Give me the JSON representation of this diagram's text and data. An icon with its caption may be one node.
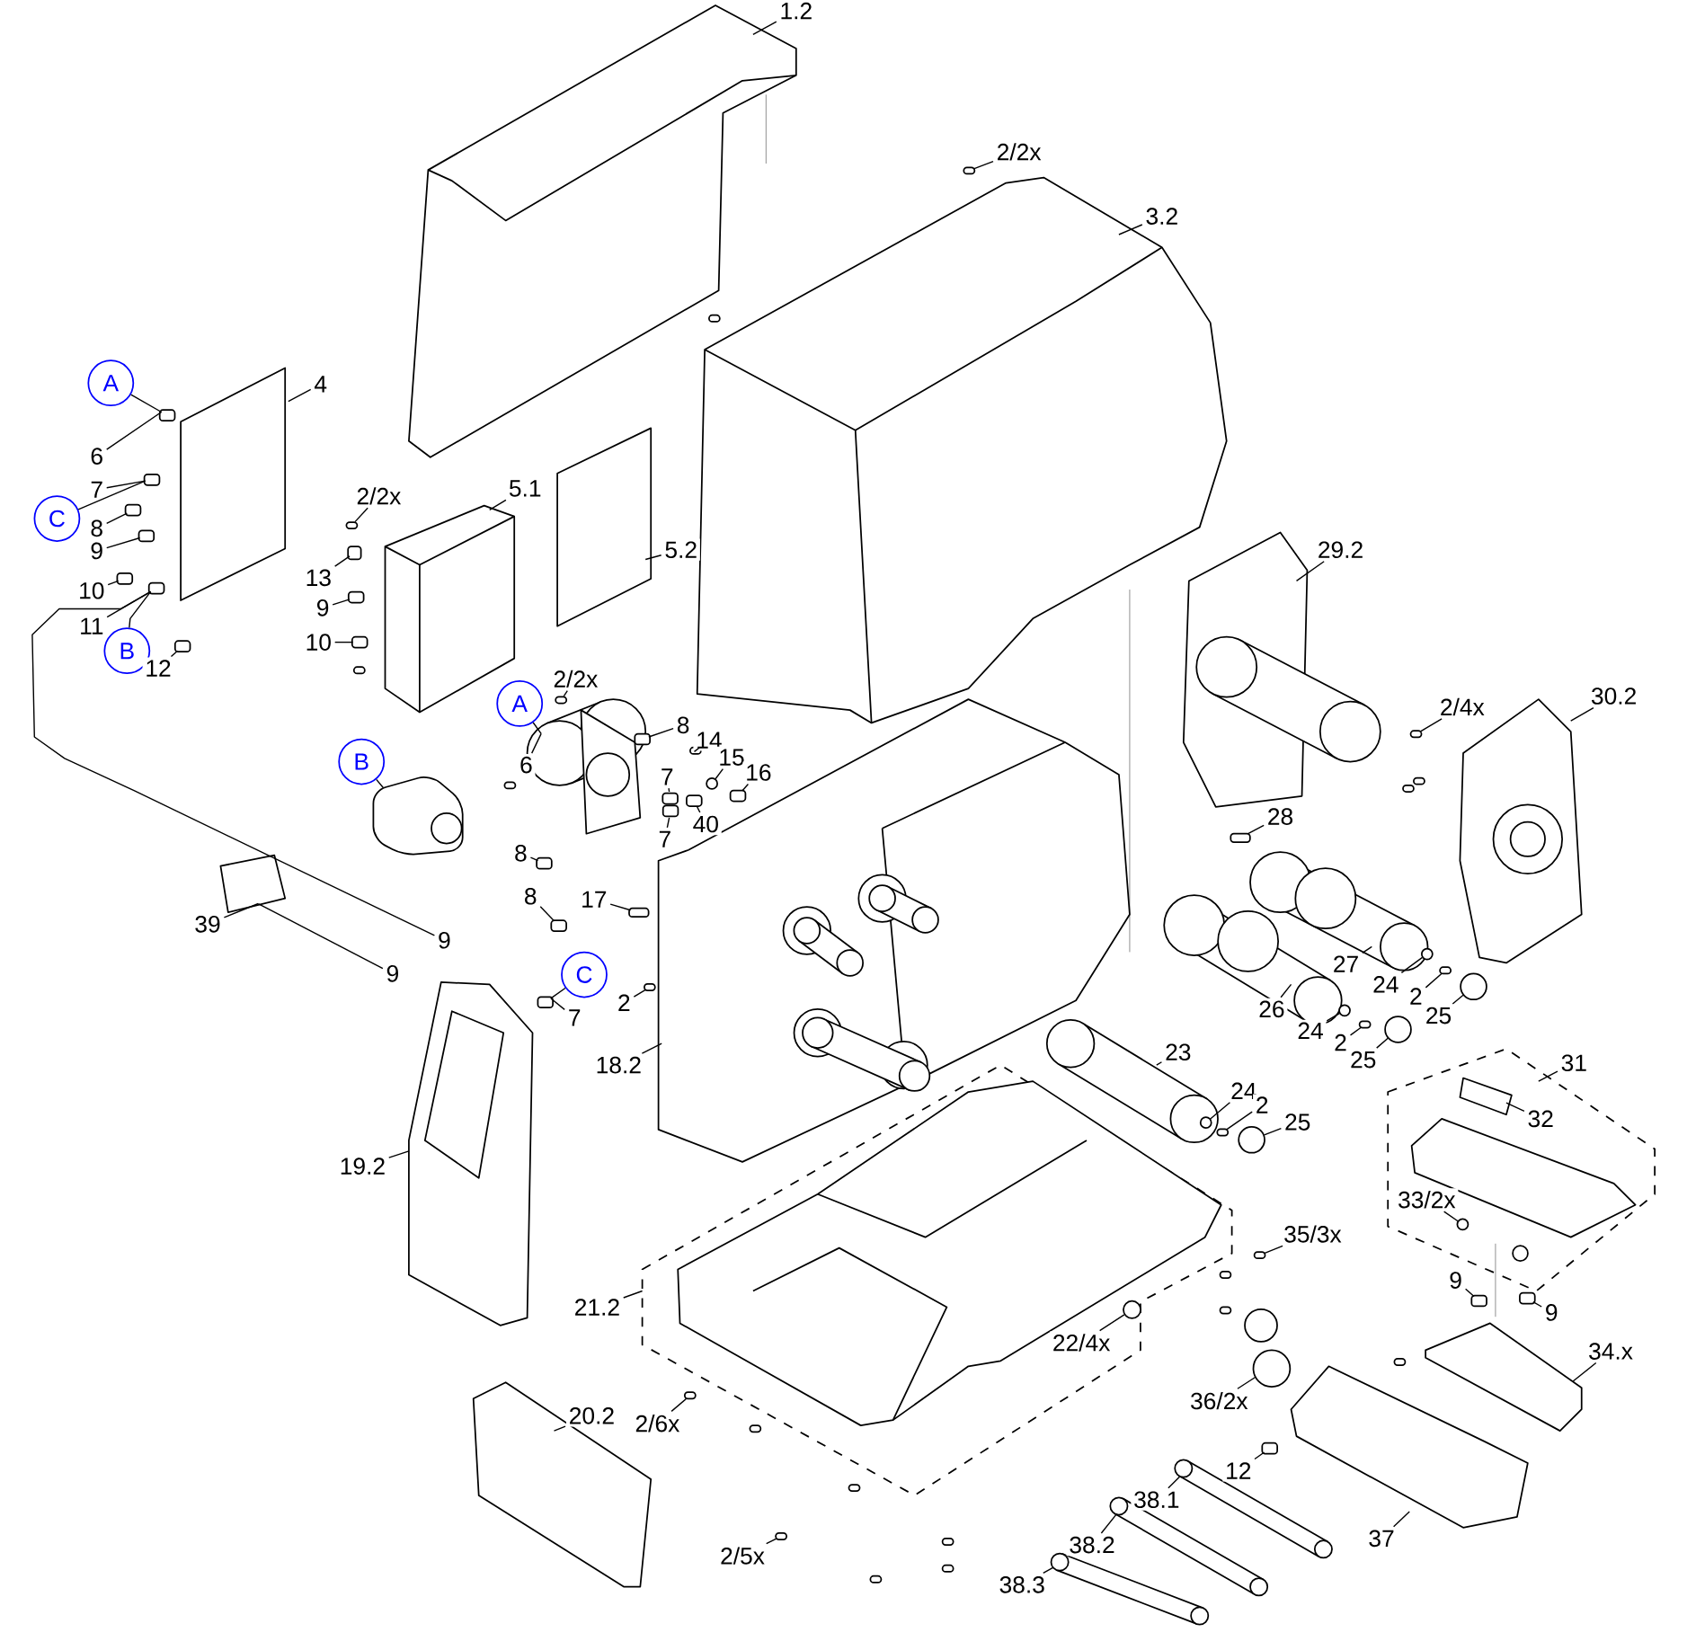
{
  "diagram": {
    "nodes": [
      {
        "text": [
          "1.2"
        ]
      },
      {
        "text": [
          "2/2x"
        ]
      },
      {
        "text": [
          "3.2"
        ]
      },
      {
        "text": [
          "A"
        ]
      },
      {
        "text": [
          "4"
        ]
      },
      {
        "text": [
          "6"
        ]
      },
      {
        "text": [
          "7"
        ]
      },
      {
        "text": [
          "C"
        ]
      },
      {
        "text": [
          "8"
        ]
      },
      {
        "text": [
          "9"
        ]
      },
      {
        "text": [
          "10"
        ]
      },
      {
        "text": [
          "11"
        ]
      },
      {
        "text": [
          "B"
        ]
      },
      {
        "text": [
          "12"
        ]
      },
      {
        "text": [
          "2/2x"
        ]
      },
      {
        "text": [
          "5.1"
        ]
      },
      {
        "text": [
          "13"
        ]
      },
      {
        "text": [
          "5.2"
        ]
      },
      {
        "text": [
          "9"
        ]
      },
      {
        "text": [
          "10"
        ]
      },
      {
        "text": [
          "29.2"
        ]
      },
      {
        "text": [
          "A"
        ]
      },
      {
        "text": [
          "2/2x"
        ]
      },
      {
        "text": [
          "8"
        ]
      },
      {
        "text": [
          "14"
        ]
      },
      {
        "text": [
          "6"
        ]
      },
      {
        "text": [
          "B"
        ]
      },
      {
        "text": [
          "15"
        ]
      },
      {
        "text": [
          "16"
        ]
      },
      {
        "text": [
          "7"
        ]
      },
      {
        "text": [
          "2/4x"
        ]
      },
      {
        "text": [
          "30.2"
        ]
      },
      {
        "text": [
          "7"
        ]
      },
      {
        "text": [
          "40"
        ]
      },
      {
        "text": [
          "28"
        ]
      },
      {
        "text": [
          "8"
        ]
      },
      {
        "text": [
          "8"
        ]
      },
      {
        "text": [
          "17"
        ]
      },
      {
        "text": [
          "39"
        ]
      },
      {
        "text": [
          "9"
        ]
      },
      {
        "text": [
          "9"
        ]
      },
      {
        "text": [
          "27"
        ]
      },
      {
        "text": [
          "C"
        ]
      },
      {
        "text": [
          "7"
        ]
      },
      {
        "text": [
          "2"
        ]
      },
      {
        "text": [
          "24"
        ]
      },
      {
        "text": [
          "2"
        ]
      },
      {
        "text": [
          "25"
        ]
      },
      {
        "text": [
          "18.2"
        ]
      },
      {
        "text": [
          "26"
        ]
      },
      {
        "text": [
          "24"
        ]
      },
      {
        "text": [
          "2"
        ]
      },
      {
        "text": [
          "25"
        ]
      },
      {
        "text": [
          "23"
        ]
      },
      {
        "text": [
          "31"
        ]
      },
      {
        "text": [
          "24"
        ]
      },
      {
        "text": [
          "2"
        ]
      },
      {
        "text": [
          "32"
        ],
        "in": 123
      },
      {
        "text": [
          "25"
        ]
      },
      {
        "text": [
          "19.2"
        ]
      },
      {
        "text": [
          "33/2x"
        ],
        "in": 123
      },
      {
        "text": [
          "35/3x"
        ]
      },
      {
        "text": [
          "21.2"
        ]
      },
      {
        "text": [
          "9"
        ]
      },
      {
        "text": [
          "9"
        ]
      },
      {
        "text": [
          "22/4x"
        ],
        "in": 131
      },
      {
        "text": [
          "34.x"
        ]
      },
      {
        "text": [
          "36/2x"
        ]
      },
      {
        "text": [
          "20.2"
        ]
      },
      {
        "text": [
          "2/6x"
        ]
      },
      {
        "text": [
          "12"
        ]
      },
      {
        "text": [
          "38.1"
        ]
      },
      {
        "text": [
          "37"
        ]
      },
      {
        "text": [
          "38.2"
        ]
      },
      {
        "text": [
          "2/5x"
        ]
      },
      {
        "text": [
          "38.3"
        ]
      },
      {
        "text": [],
        "shape": "picture"
      },
      {
        "text": [],
        "shape": "box"
      },
      {
        "text": [],
        "shape": "picture"
      },
      {
        "text": [],
        "shape": "box"
      },
      {
        "text": [],
        "shape": "box"
      },
      {
        "text": [],
        "shape": "box"
      },
      {
        "text": [],
        "shape": "box"
      },
      {
        "text": [],
        "shape": "box"
      },
      {
        "text": [],
        "shape": "box"
      },
      {
        "text": [],
        "shape": "box"
      },
      {
        "text": [],
        "shape": "box"
      },
      {
        "text": [],
        "shape": "box"
      },
      {
        "text": [],
        "shape": "picture"
      },
      {
        "text": [],
        "shape": "box"
      },
      {
        "text": [],
        "shape": "box"
      },
      {
        "text": [],
        "shape": "box"
      },
      {
        "text": [],
        "shape": "box"
      },
      {
        "text": [],
        "shape": "picture"
      },
      {
        "text": [],
        "shape": "picture"
      },
      {
        "text": [],
        "shape": "box"
      },
      {
        "text": [],
        "shape": "box"
      },
      {
        "text": [],
        "shape": "box"
      },
      {
        "text": [],
        "shape": "picture"
      },
      {
        "text": [],
        "shape": "circle"
      },
      {
        "text": [],
        "shape": "box"
      },
      {
        "text": [],
        "shape": "box"
      },
      {
        "text": [],
        "shape": "box"
      },
      {
        "text": [],
        "shape": "picture"
      },
      {
        "text": [],
        "shape": "box"
      },
      {
        "text": [],
        "shape": "box"
      },
      {
        "text": [],
        "shape": "box"
      },
      {
        "text": [],
        "shape": "box"
      },
      {
        "text": [],
        "shape": "box"
      },
      {
        "text": [],
        "shape": "box"
      },
      {
        "text": [],
        "shape": "box"
      },
      {
        "text": [],
        "shape": "cylinder"
      },
      {
        "text": [],
        "shape": "box"
      },
      {
        "text": [],
        "shape": "box"
      },
      {
        "text": [],
        "shape": "circle"
      },
      {
        "text": [],
        "shape": "box"
      },
      {
        "text": [],
        "shape": "circle"
      },
      {
        "text": [],
        "shape": "picture"
      },
      {
        "text": [],
        "shape": "cylinder"
      },
      {
        "text": [],
        "shape": "circle"
      },
      {
        "text": [],
        "shape": "box"
      },
      {
        "text": [],
        "shape": "circle"
      },
      {
        "text": [],
        "shape": "cylinder"
      },
      {
        "text": [],
        "shape": "box"
      },
      {
        "text": [],
        "shape": "circle"
      },
      {
        "text": [],
        "shape": "box"
      },
      {
        "text": [],
        "shape": "box",
        "in": 123
      },
      {
        "text": [],
        "shape": "circle"
      },
      {
        "text": [],
        "shape": "picture"
      },
      {
        "text": [],
        "shape": "circle",
        "in": 123
      },
      {
        "text": [],
        "shape": "box"
      },
      {
        "text": [],
        "shape": "box"
      },
      {
        "text": [],
        "shape": "box"
      },
      {
        "text": [],
        "shape": "box"
      },
      {
        "text": [],
        "shape": "circle",
        "in": 131
      },
      {
        "text": [],
        "shape": "box"
      },
      {
        "text": [],
        "shape": "circle"
      },
      {
        "text": [],
        "shape": "box"
      },
      {
        "text": [],
        "shape": "box"
      },
      {
        "text": [],
        "shape": "box"
      },
      {
        "text": [],
        "shape": "cylinder"
      },
      {
        "text": [],
        "shape": "box"
      },
      {
        "text": [],
        "shape": "cylinder"
      },
      {
        "text": [],
        "shape": "box"
      },
      {
        "text": [],
        "shape": "cylinder"
      },
      {
        "text": [],
        "shape": "picture",
        "in": 131
      },
      {
        "text": [],
        "shape": "box",
        "in": 123
      },
      {
        "text": [],
        "shape": "circle"
      },
      {
        "text": [],
        "shape": "circle",
        "in": 123
      },
      {
        "text": [],
        "shape": "box"
      },
      {
        "text": [],
        "shape": "box"
      },
      {
        "text": [],
        "shape": "box"
      },
      {
        "text": [],
        "shape": "box"
      },
      {
        "text": [],
        "shape": "box"
      },
      {
        "text": [],
        "shape": "box"
      },
      {
        "text": [],
        "shape": "box"
      },
      {
        "text": [],
        "shape": "box"
      },
      {
        "text": [],
        "shape": "box"
      },
      {
        "text": [],
        "shape": "box"
      },
      {
        "text": [],
        "shape": "box"
      },
      {
        "text": [],
        "shape": "box"
      },
      {
        "text": [],
        "shape": "box"
      }
    ],
    "edges": [
      {
        "from": 0,
        "to": 76,
        "arrow": "none"
      },
      {
        "from": 1,
        "to": 77,
        "arrow": "none"
      },
      {
        "from": 2,
        "to": 78,
        "arrow": "none"
      },
      {
        "from": 3,
        "to": 79,
        "arrow": "none"
      },
      {
        "from": 4,
        "to": 80,
        "arrow": "none"
      },
      {
        "from": 5,
        "to": 79,
        "arrow": "none"
      },
      {
        "from": 6,
        "to": 81,
        "arrow": "none"
      },
      {
        "from": 7,
        "to": 81,
        "arrow": "none"
      },
      {
        "from": 8,
        "to": 82,
        "arrow": "none"
      },
      {
        "from": 9,
        "to": 83,
        "arrow": "none"
      },
      {
        "from": 10,
        "to": 84,
        "arrow": "none"
      },
      {
        "from": 11,
        "to": 85,
        "arrow": "none"
      },
      {
        "from": 12,
        "to": 85,
        "arrow": "none"
      },
      {
        "from": 13,
        "to": 86,
        "arrow": "none"
      },
      {
        "from": 14,
        "to": 87,
        "arrow": "none"
      },
      {
        "from": 15,
        "to": 88,
        "arrow": "none"
      },
      {
        "from": 16,
        "to": 89,
        "arrow": "none"
      },
      {
        "from": 17,
        "to": 90,
        "arrow": "none"
      },
      {
        "from": 18,
        "to": 91,
        "arrow": "none"
      },
      {
        "from": 19,
        "to": 92,
        "arrow": "none"
      },
      {
        "from": 20,
        "to": 93,
        "arrow": "none"
      },
      {
        "from": 21,
        "to": 94,
        "arrow": "none"
      },
      {
        "from": 22,
        "to": 95,
        "arrow": "none"
      },
      {
        "from": 23,
        "to": 96,
        "arrow": "none"
      },
      {
        "from": 24,
        "to": 97,
        "arrow": "none"
      },
      {
        "from": 25,
        "to": 94,
        "arrow": "none"
      },
      {
        "from": 26,
        "to": 98,
        "arrow": "none"
      },
      {
        "from": 27,
        "to": 99,
        "arrow": "none"
      },
      {
        "from": 28,
        "to": 100,
        "arrow": "none"
      },
      {
        "from": 29,
        "to": 101,
        "arrow": "none"
      },
      {
        "from": 30,
        "to": 102,
        "arrow": "none"
      },
      {
        "from": 31,
        "to": 103,
        "arrow": "none"
      },
      {
        "from": 32,
        "to": 104,
        "arrow": "none"
      },
      {
        "from": 33,
        "to": 105,
        "arrow": "none"
      },
      {
        "from": 34,
        "to": 106,
        "arrow": "none"
      },
      {
        "from": 35,
        "to": 107,
        "arrow": "none"
      },
      {
        "from": 36,
        "to": 108,
        "arrow": "none"
      },
      {
        "from": 37,
        "to": 109,
        "arrow": "none"
      },
      {
        "from": 38,
        "to": 110,
        "arrow": "none"
      },
      {
        "from": 39,
        "to": 85,
        "arrow": "none"
      },
      {
        "from": 40,
        "to": 110,
        "arrow": "none"
      },
      {
        "from": 41,
        "to": 111,
        "arrow": "none"
      },
      {
        "from": 42,
        "to": 112,
        "arrow": "none"
      },
      {
        "from": 43,
        "to": 112,
        "arrow": "none"
      },
      {
        "from": 44,
        "to": 113,
        "arrow": "none"
      },
      {
        "from": 45,
        "to": 114,
        "arrow": "none"
      },
      {
        "from": 46,
        "to": 115,
        "arrow": "none"
      },
      {
        "from": 47,
        "to": 116,
        "arrow": "none"
      },
      {
        "from": 48,
        "to": 117,
        "arrow": "none"
      },
      {
        "from": 49,
        "to": 118,
        "arrow": "none"
      },
      {
        "from": 50,
        "to": 119,
        "arrow": "none"
      },
      {
        "from": 51,
        "to": 120,
        "arrow": "none"
      },
      {
        "from": 52,
        "to": 121,
        "arrow": "none"
      },
      {
        "from": 53,
        "to": 122,
        "arrow": "none"
      },
      {
        "from": 54,
        "to": 123,
        "arrow": "none"
      },
      {
        "from": 55,
        "to": 124,
        "arrow": "none"
      },
      {
        "from": 56,
        "to": 125,
        "arrow": "none"
      },
      {
        "from": 57,
        "to": 126,
        "arrow": "none"
      },
      {
        "from": 58,
        "to": 127,
        "arrow": "none"
      },
      {
        "from": 59,
        "to": 128,
        "arrow": "none"
      },
      {
        "from": 60,
        "to": 129,
        "arrow": "none"
      },
      {
        "from": 61,
        "to": 130,
        "arrow": "none"
      },
      {
        "from": 62,
        "to": 131,
        "arrow": "none"
      },
      {
        "from": 63,
        "to": 132,
        "arrow": "none"
      },
      {
        "from": 64,
        "to": 133,
        "arrow": "none"
      },
      {
        "from": 65,
        "to": 134,
        "arrow": "none"
      },
      {
        "from": 66,
        "to": 135,
        "arrow": "none"
      },
      {
        "from": 67,
        "to": 136,
        "arrow": "none"
      },
      {
        "from": 68,
        "to": 137,
        "arrow": "none"
      },
      {
        "from": 69,
        "to": 138,
        "arrow": "none"
      },
      {
        "from": 70,
        "to": 139,
        "arrow": "none"
      },
      {
        "from": 71,
        "to": 140,
        "arrow": "none"
      },
      {
        "from": 72,
        "to": 141,
        "arrow": "none"
      },
      {
        "from": 73,
        "to": 142,
        "arrow": "none"
      },
      {
        "from": 74,
        "to": 143,
        "arrow": "none"
      },
      {
        "from": 75,
        "to": 144,
        "arrow": "none"
      }
    ]
  }
}
